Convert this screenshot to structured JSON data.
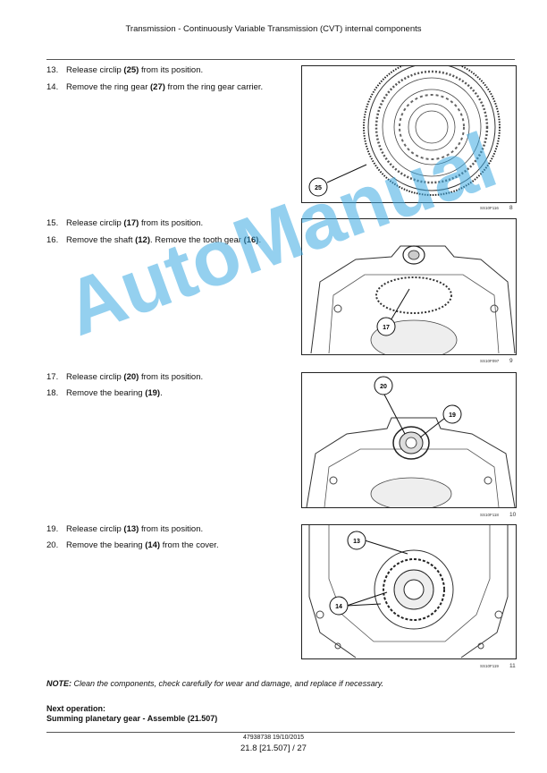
{
  "header": {
    "title": "Transmission - Continuously Variable Transmission (CVT) internal components"
  },
  "sections": [
    {
      "steps": [
        {
          "num": "13.",
          "parts": [
            "Release circlip ",
            "(25)",
            " from its position."
          ]
        },
        {
          "num": "14.",
          "parts": [
            "Remove the ring gear ",
            "(27)",
            " from the ring gear carrier."
          ]
        }
      ],
      "figure": {
        "code": "SS10F116",
        "number": "8",
        "callouts": [
          "25"
        ]
      }
    },
    {
      "steps": [
        {
          "num": "15.",
          "parts": [
            "Release circlip ",
            "(17)",
            " from its position."
          ]
        },
        {
          "num": "16.",
          "parts": [
            "Remove the shaft ",
            "(12)",
            ". Remove the tooth gear ",
            "(16)",
            "."
          ]
        }
      ],
      "figure": {
        "code": "SS10F097",
        "number": "9",
        "callouts": [
          "17"
        ]
      }
    },
    {
      "steps": [
        {
          "num": "17.",
          "parts": [
            "Release circlip ",
            "(20)",
            " from its position."
          ]
        },
        {
          "num": "18.",
          "parts": [
            "Remove the bearing ",
            "(19)",
            "."
          ]
        }
      ],
      "figure": {
        "code": "SS10F118",
        "number": "10",
        "callouts": [
          "20",
          "19"
        ]
      }
    },
    {
      "steps": [
        {
          "num": "19.",
          "parts": [
            "Release circlip ",
            "(13)",
            " from its position."
          ]
        },
        {
          "num": "20.",
          "parts": [
            "Remove the bearing ",
            "(14)",
            " from the cover."
          ]
        }
      ],
      "figure": {
        "code": "SS10F119",
        "number": "11",
        "callouts": [
          "13",
          "14"
        ]
      }
    }
  ],
  "note": {
    "label": "NOTE:",
    "text": " Clean the components, check carefully for wear and damage, and replace if necessary."
  },
  "next_operation": {
    "label": "Next operation:",
    "text": "Summing planetary gear - Assemble (21.507)"
  },
  "footer": {
    "doc_ref": "47938738 19/10/2015",
    "page": "21.8 [21.507] / 27"
  },
  "watermark": "AutoManual"
}
